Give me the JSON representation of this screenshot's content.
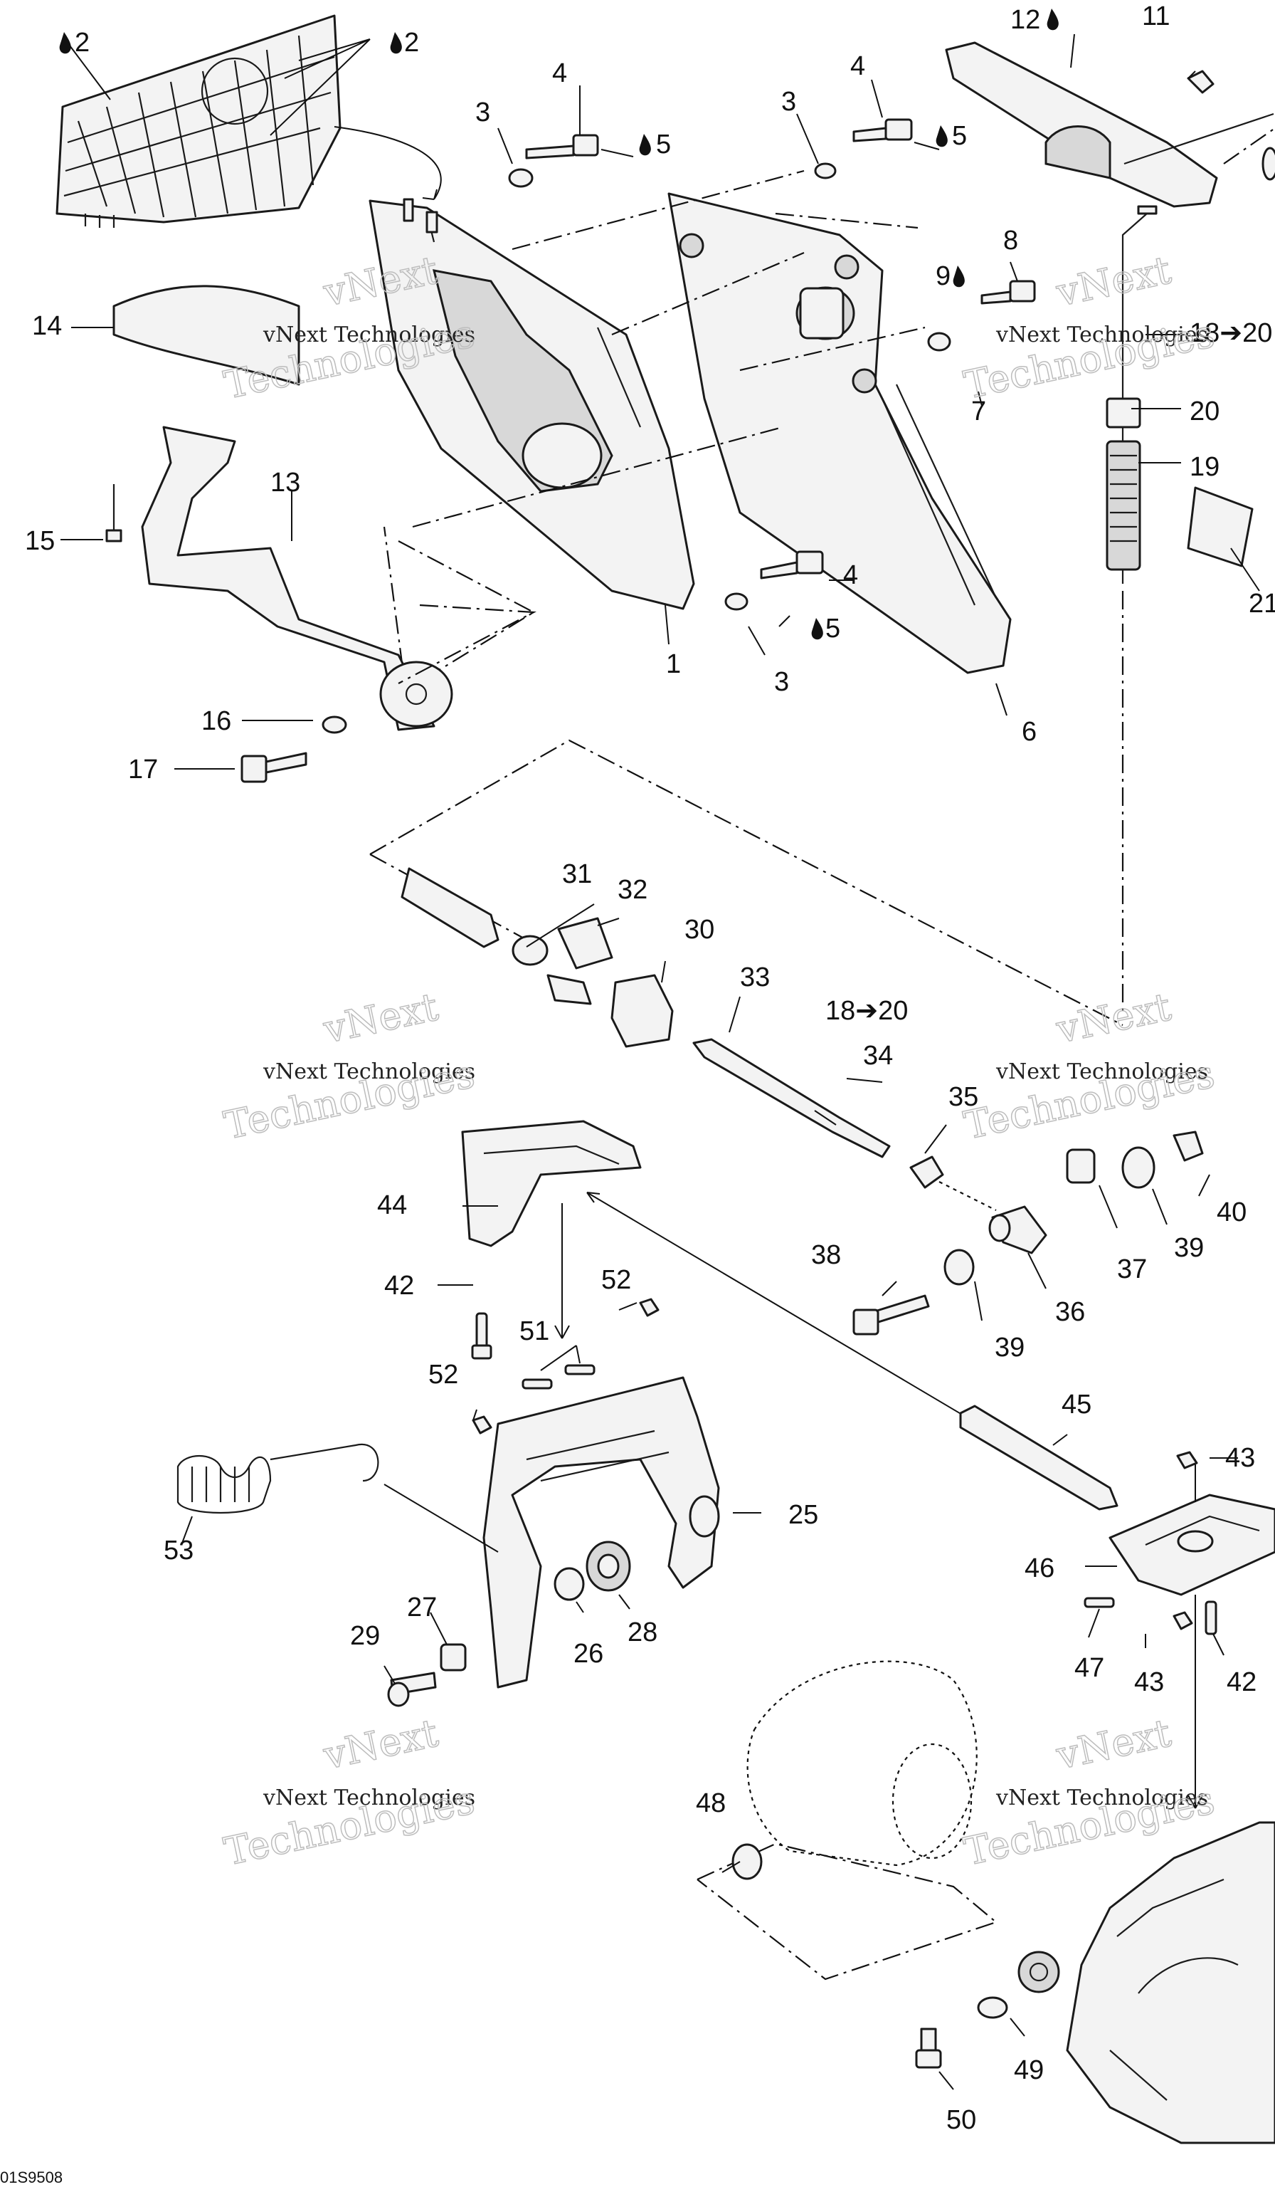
{
  "callouts": {
    "c1": "1",
    "c2a": "2",
    "c2b": "2",
    "c3a": "3",
    "c3b": "3",
    "c3c": "3",
    "c4a": "4",
    "c4b": "4",
    "c4c": "4",
    "c5a": "5",
    "c5b": "5",
    "c5c": "5",
    "c6": "6",
    "c7": "7",
    "c8": "8",
    "c9": "9",
    "c11": "11",
    "c12": "12",
    "c13": "13",
    "c14": "14",
    "c15": "15",
    "c16": "16",
    "c17": "17",
    "c18a": "18➔20",
    "c18b": "18➔20",
    "c19": "19",
    "c20": "20",
    "c21": "21",
    "c25": "25",
    "c26": "26",
    "c27": "27",
    "c28": "28",
    "c29": "29",
    "c30": "30",
    "c31": "31",
    "c32": "32",
    "c33": "33",
    "c34": "34",
    "c35": "35",
    "c36": "36",
    "c37": "37",
    "c38": "38",
    "c39a": "39",
    "c39b": "39",
    "c40": "40",
    "c42a": "42",
    "c42b": "42",
    "c43a": "43",
    "c43b": "43",
    "c44": "44",
    "c45": "45",
    "c46": "46",
    "c47": "47",
    "c48": "48",
    "c49": "49",
    "c50": "50",
    "c51": "51",
    "c52a": "52",
    "c52b": "52",
    "c53": "53"
  },
  "watermark": {
    "line1": "vNext Technologies",
    "line2": "vNext",
    "line3": "Technologies"
  },
  "footer_code": "01S9508",
  "icons": {
    "drop": "fluid-drop-icon",
    "arrow": "direction-arrow-icon"
  },
  "colors": {
    "ink": "#111111",
    "fill": "#f3f3f3",
    "watermark": "#bdbdbd"
  }
}
